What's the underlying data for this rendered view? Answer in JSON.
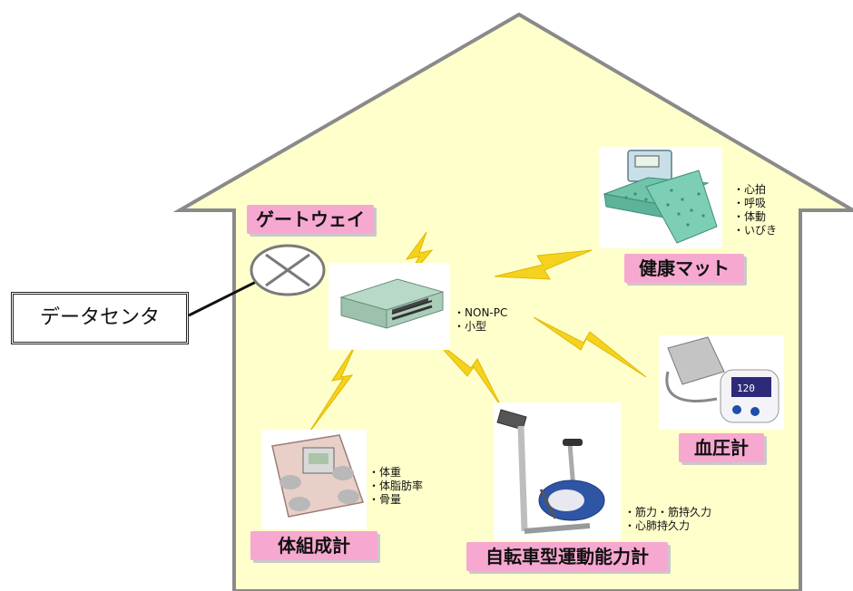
{
  "labels": {
    "gateway": "ゲートウェイ",
    "datacenter": "データセンタ",
    "health_mat": "健康マット",
    "blood_pressure": "血圧計",
    "body_composition": "体組成計",
    "exercise_bike": "自転車型運動能力計"
  },
  "features": {
    "gateway": [
      "NON-PC",
      "小型"
    ],
    "health_mat": [
      "心拍",
      "呼吸",
      "体動",
      "いびき"
    ],
    "body_composition": [
      "体重",
      "体脂肪率",
      "骨量"
    ],
    "exercise_bike": [
      "筋力・筋持久力",
      "心肺持久力"
    ]
  },
  "colors": {
    "house_fill": "#ffffcc",
    "label_bg": "#f7a8d0",
    "lightning": "#f5d21e"
  }
}
